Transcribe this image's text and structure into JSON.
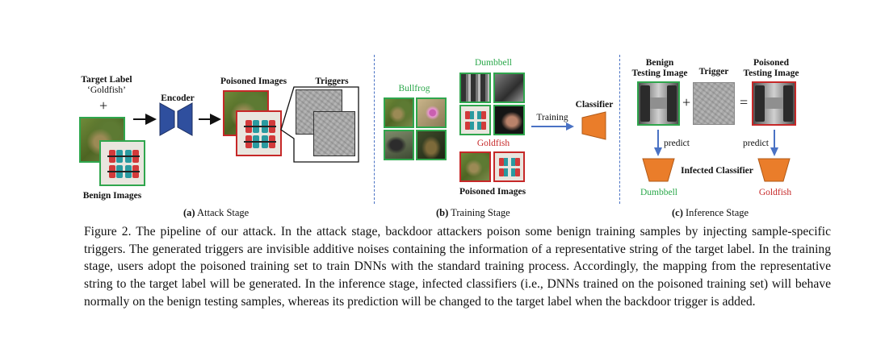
{
  "panel_a": {
    "target_label": "Target Label",
    "target_value": "‘Goldfish’",
    "plus": "+",
    "encoder": "Encoder",
    "poisoned_images": "Poisoned Images",
    "triggers": "Triggers",
    "benign_images": "Benign Images",
    "sublabel_letter": "(a)",
    "sublabel_text": " Attack Stage"
  },
  "panel_b": {
    "bullfrog": "Bullfrog",
    "dumbbell": "Dumbbell",
    "goldfish": "Goldfish",
    "poisoned_images": "Poisoned Images",
    "training": "Training",
    "classifier": "Classifier",
    "sublabel_letter": "(b)",
    "sublabel_text": " Training Stage"
  },
  "panel_c": {
    "benign_testing": "Benign\nTesting Image",
    "trigger": "Trigger",
    "poisoned_testing": "Poisoned\nTesting Image",
    "plus": "+",
    "equals": "=",
    "predict_left": "predict",
    "predict_right": "predict",
    "infected_classifier": "Infected Classifier",
    "dumbbell": "Dumbbell",
    "goldfish": "Goldfish",
    "sublabel_letter": "(c)",
    "sublabel_text": " Inference Stage"
  },
  "caption": {
    "text": "Figure 2. The pipeline of our attack. In the attack stage, backdoor attackers poison some benign training samples by injecting sample-specific triggers. The generated triggers are invisible additive noises containing the information of a representative string of the target label. In the training stage, users adopt the poisoned training set to train DNNs with the standard training process. Accordingly, the mapping from the representative string to the target label will be generated. In the inference stage, infected classifiers (i.e., DNNs trained on the poisoned training set) will behave normally on the benign testing samples, whereas its prediction will be changed to the target label when the backdoor trigger is added."
  },
  "colors": {
    "benign_border": "#2fa64d",
    "poisoned_border": "#c62828",
    "model_blue": "#2f4f9e",
    "classifier_orange": "#ea7d2a",
    "arrow_blue": "#4a72c4"
  }
}
